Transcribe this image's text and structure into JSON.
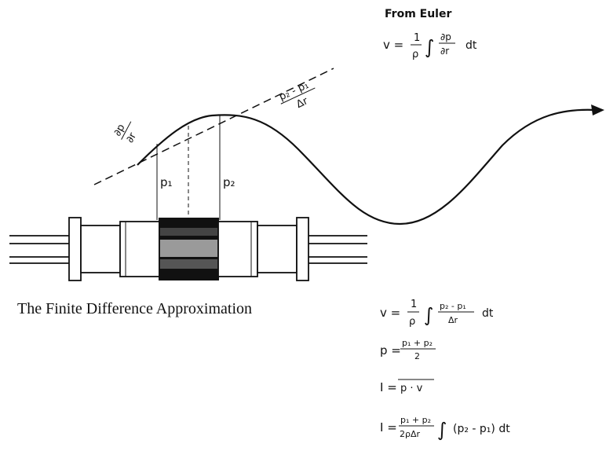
{
  "euler": {
    "heading": "From Euler",
    "lhs": "v =",
    "one": "1",
    "rho": "ρ",
    "integral": "∫",
    "dp": "∂p",
    "dr": "∂r",
    "dt": "dt"
  },
  "slopes": {
    "tangent_num": "∂p",
    "tangent_den": "∂r",
    "secant_num": "p₂ - p₁",
    "secant_den": "Δr"
  },
  "probes": {
    "p1": "p₁",
    "p2": "p₂"
  },
  "caption": "The Finite Difference Approximation",
  "equations": {
    "v": {
      "lhs": "v =",
      "one": "1",
      "rho": "ρ",
      "integral": "∫",
      "num": "p₂ - p₁",
      "den": "Δr",
      "dt": "dt"
    },
    "p": {
      "lhs": "p =",
      "num": "p₁ + p₂",
      "den": "2"
    },
    "I1": {
      "lhs": "I =",
      "expr": "p · v"
    },
    "I2": {
      "lhs": "I =",
      "num": "p₁ + p₂",
      "den": "2ρΔr",
      "integral": "∫",
      "tail": "(p₂ - p₁) dt"
    }
  }
}
